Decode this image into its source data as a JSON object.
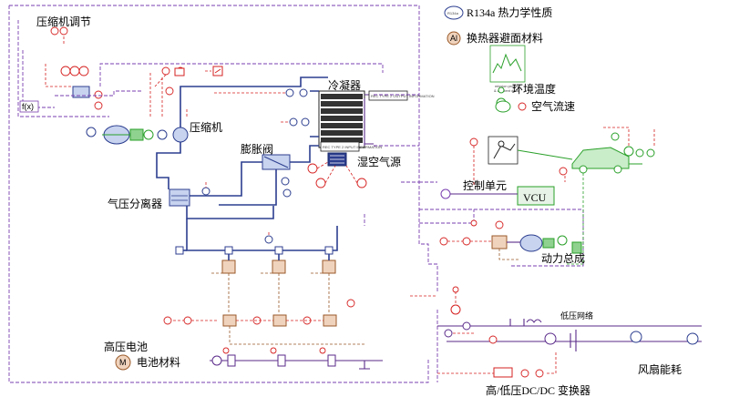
{
  "labels": {
    "compressor_control": "压缩机调节",
    "compressor": "压缩机",
    "condenser": "冷凝器",
    "expansion_valve": "膨胀阀",
    "humid_air_source": "湿空气源",
    "separator": "气压分离器",
    "control_unit": "控制单元",
    "vcu": "VCU",
    "powertrain": "动力总成",
    "hv_battery": "高压电池",
    "battery_material": "电池材料",
    "lv_network": "低压网络",
    "fan_power": "风扇能耗",
    "dcdc": "高/低压DC/DC 变换器",
    "ambient_temp": "环境温度",
    "air_flow": "空气流速",
    "heat_exchanger_material": "换热器避面材料",
    "refrigerant_props": "R134a 热力学性质"
  },
  "legend": {
    "refrigerant_badge": "R134a",
    "material_badge": "Al",
    "battery_badge": "M",
    "mission_caption_line1": "mission profile",
    "mission_caption_line2": "& ambient data"
  },
  "boxes": {
    "condenser_top": "REC TYPE 2 OUTPUT INFORMATION",
    "condenser_bottom": "REC TYPE 2 INPUT INFORMATION"
  },
  "colors": {
    "refrigerant_pipe": "#2c3e8f",
    "signal_purple": "#7a3fb0",
    "signal_red": "#d62020",
    "thermal_brown": "#9a5a2a",
    "mechanical_green": "#2aa02a"
  }
}
